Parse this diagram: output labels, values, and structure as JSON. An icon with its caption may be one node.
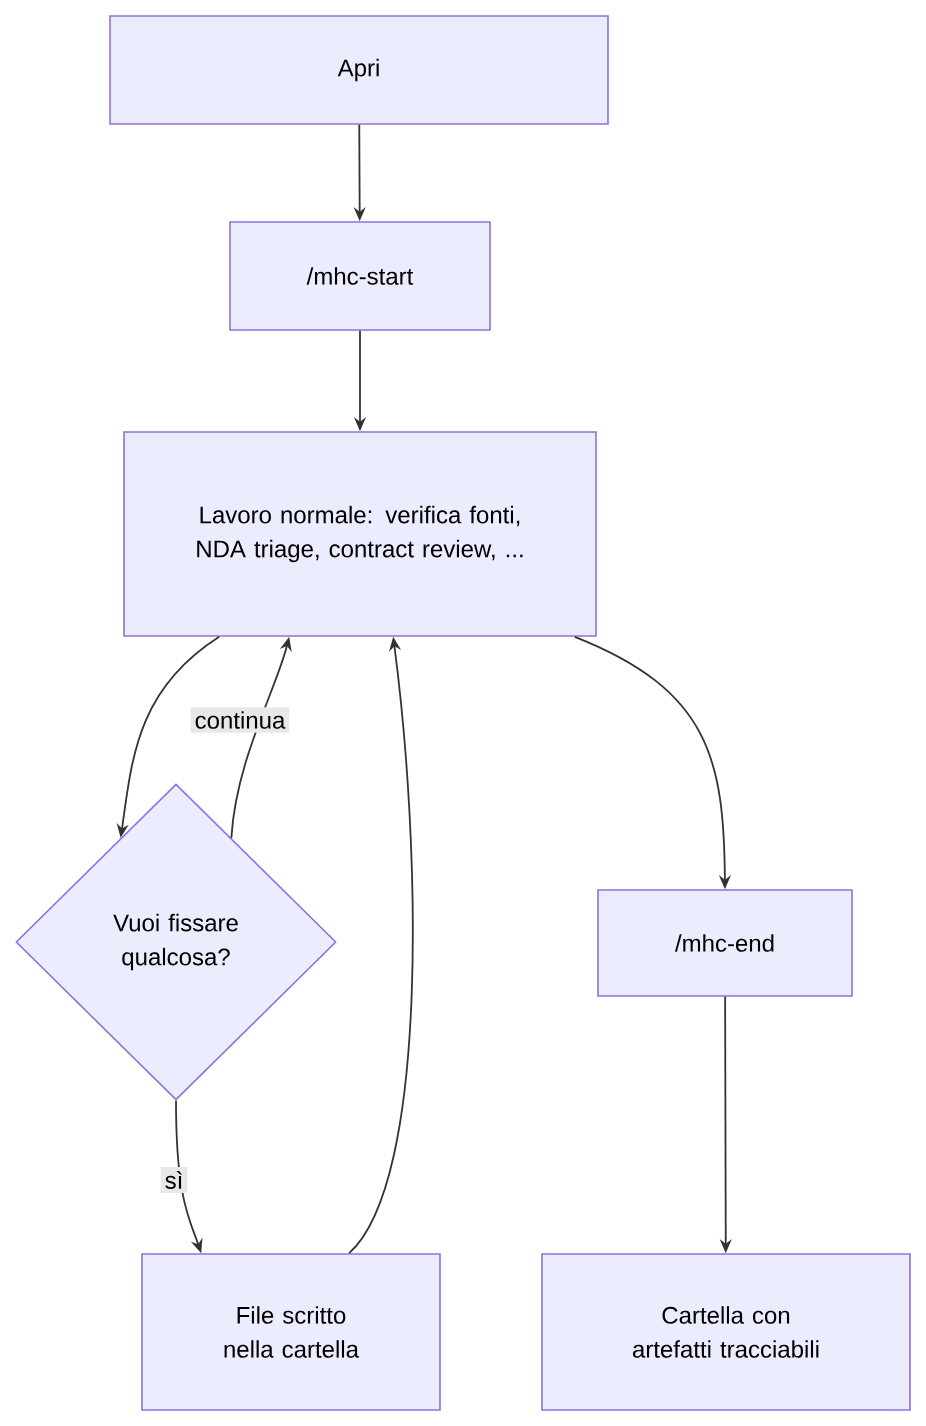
{
  "diagram": {
    "nodes": [
      {
        "text": [
          "Apri"
        ]
      },
      {
        "text": [
          "/mhc-start"
        ]
      },
      {
        "text": [
          "Lavoro normale: verifica fonti, NDA triage, contract review, ..."
        ]
      },
      {
        "text": [
          "Vuoi fissare qualcosa?"
        ]
      },
      {
        "text": [
          "File scritto nella cartella"
        ]
      },
      {
        "text": [
          "/mhc-end"
        ]
      },
      {
        "text": [
          "Cartella con artefatti tracciabili"
        ]
      }
    ],
    "edges": [
      {
        "from": 0,
        "to": 1,
        "arrow": "to"
      },
      {
        "from": 1,
        "to": 2,
        "arrow": "to"
      },
      {
        "from": 2,
        "to": 3,
        "arrow": "to"
      },
      {
        "from": 3,
        "to": 2,
        "arrow": "to",
        "label": "continua"
      },
      {
        "from": 3,
        "to": 4,
        "arrow": "to",
        "label": "sì"
      },
      {
        "from": 4,
        "to": 2,
        "arrow": "to"
      },
      {
        "from": 2,
        "to": 5,
        "arrow": "to"
      },
      {
        "from": 5,
        "to": 6,
        "arrow": "to"
      }
    ]
  }
}
